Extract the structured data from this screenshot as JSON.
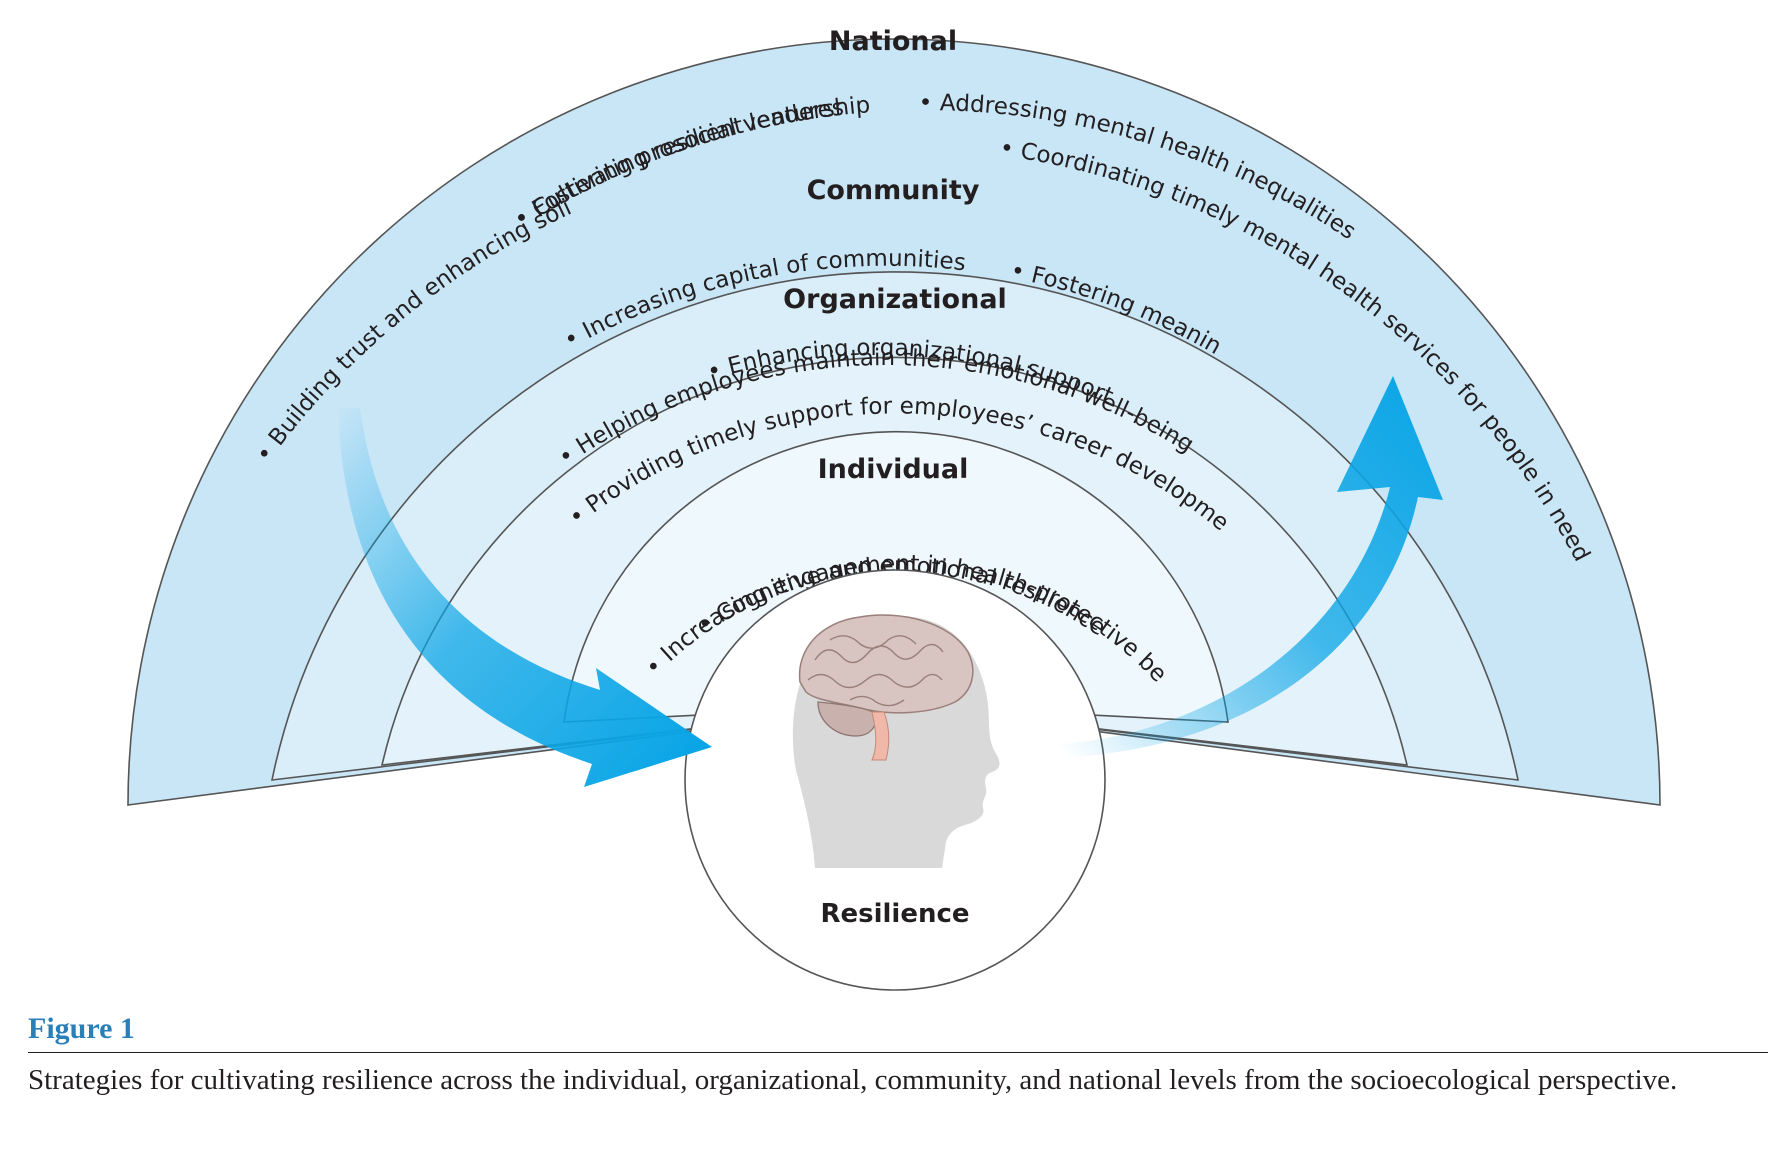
{
  "diagram": {
    "levels": {
      "national": {
        "title": "National",
        "items": [
          "• Building trust and enhancing solidarity",
          "• Cultivating resilient leadership",
          "• Coordinating timely mental health services for people in need",
          "• Fostering prosocial ventures",
          "• Addressing mental health inequalities"
        ]
      },
      "community": {
        "title": "Community",
        "items": [
          "• Increasing capital of communities",
          "• Fostering meaning in life"
        ]
      },
      "organizational": {
        "title": "Organizational",
        "items": [
          "• Enhancing organizational support",
          "• Helping employees maintain their emotional well-being",
          "• Providing timely support for employees’ career development"
        ]
      },
      "individual": {
        "title": "Individual",
        "items": [
          "• Increasing engagement in health-protective behaviors",
          "• Cognitive and emotional resilience"
        ]
      }
    },
    "center_label": "Resilience",
    "colors": {
      "national": "#c9e6f7",
      "community": "#d9eef9",
      "organizational": "#e4f3fb",
      "individual": "#eef8fd",
      "arrow": "#0aa5e6",
      "stroke": "#555555"
    },
    "icons": {
      "center": "head-brain-icon",
      "arrows": [
        "arrow-inward-icon",
        "arrow-outward-icon"
      ]
    }
  },
  "caption": {
    "label": "Figure 1",
    "text": "Strategies for cultivating resilience across the individual, organizational, community, and national levels from the socioecological perspective."
  }
}
